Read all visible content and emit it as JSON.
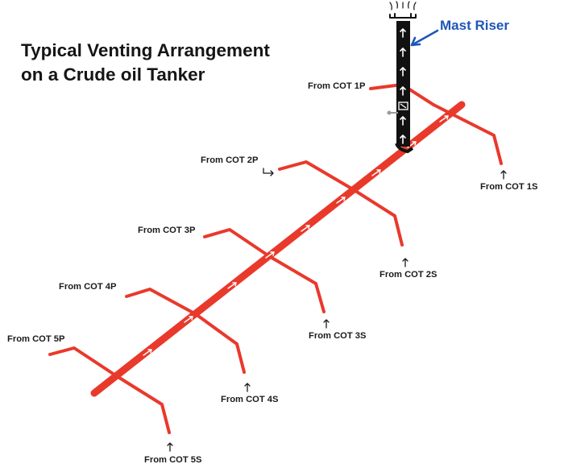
{
  "title": {
    "line1": "Typical Venting Arrangement",
    "line2": "on a Crude oil Tanker"
  },
  "mast_riser_label": "Mast Riser",
  "labels": {
    "cot1p": "From COT 1P",
    "cot1s": "From COT 1S",
    "cot2p": "From COT 2P",
    "cot2s": "From COT 2S",
    "cot3p": "From COT 3P",
    "cot3s": "From COT 3S",
    "cot4p": "From COT 4P",
    "cot4s": "From COT 4S",
    "cot5p": "From COT 5P",
    "cot5s": "From COT 5S"
  },
  "colors": {
    "pipe": "#e9392b",
    "mast": "#111111",
    "mast_label": "#1f56b7",
    "text": "#1a1a1a"
  },
  "icons": [
    "up-arrow-icon",
    "hook-arrow-icon",
    "flow-arrow-icon",
    "vent-head-icon"
  ]
}
